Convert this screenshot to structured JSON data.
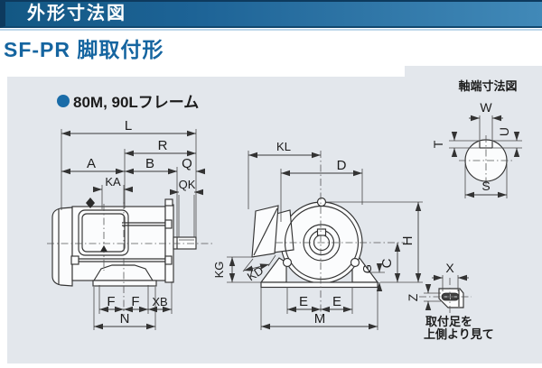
{
  "header": {
    "title": "外形寸法図",
    "subtitle": "SF-PR 脚取付形"
  },
  "panel": {
    "frame_note": "80M, 90Lフレーム"
  },
  "side_view": {
    "dims": {
      "L": "L",
      "R": "R",
      "A": "A",
      "B": "B",
      "Q": "Q",
      "KA": "KA",
      "QK": "QK",
      "F_left": "F",
      "F_right": "F",
      "XB": "XB",
      "N": "N"
    }
  },
  "front_view": {
    "dims": {
      "KL": "KL",
      "D": "D",
      "KG": "KG",
      "KD": "KD",
      "G": "G",
      "C": "C",
      "H": "H",
      "E_left": "E",
      "E_right": "E",
      "M": "M"
    }
  },
  "shaft_end": {
    "title": "軸端寸法図",
    "dims": {
      "W": "W",
      "T": "T",
      "U": "U",
      "S": "S"
    }
  },
  "foot_detail": {
    "dims": {
      "X": "X",
      "Z": "Z"
    },
    "note_line1": "取付足を",
    "note_line2": "上側より見て"
  },
  "colors": {
    "header_gradient_start": "#135884",
    "header_gradient_end": "#4189b8",
    "header_border": "#0d3a5e",
    "subtitle_text": "#1565a0",
    "panel_background": "#e3e7ec",
    "line": "#333333",
    "bullet": "#1a6ca8",
    "text": "#1c1c1c"
  }
}
